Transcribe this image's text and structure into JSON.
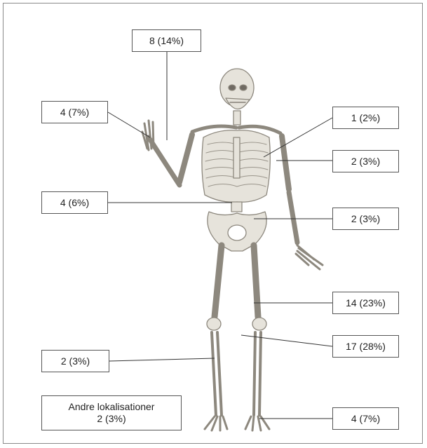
{
  "labels": {
    "top": "8 (14%)",
    "hand": "4 (7%)",
    "shoulder": "1 (2%)",
    "upper_arm": "2 (3%)",
    "spine": "4 (6%)",
    "pelvis": "2 (3%)",
    "thigh": "14 (23%)",
    "knee": "17 (28%)",
    "shin": "2 (3%)",
    "other_line1": "Andre lokalisationer",
    "other_line2": "2 (3%)",
    "foot": "4 (7%)"
  },
  "colors": {
    "bone": "#e6e3db",
    "bone_outline": "#8d887e",
    "leader": "#333333"
  }
}
